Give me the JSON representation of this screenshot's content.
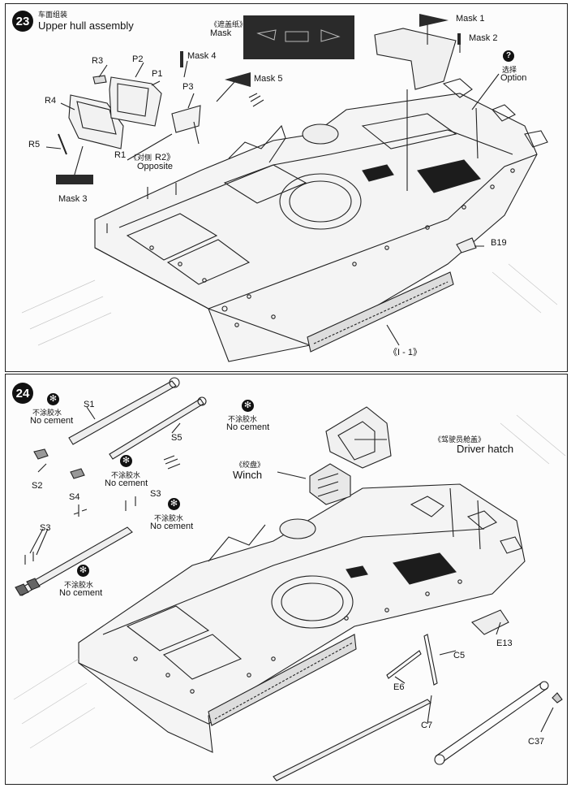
{
  "step23": {
    "number": "23",
    "title_cn": "车面组装",
    "title": "Upper hull assembly",
    "mask_header_cn": "《遮盖纸》",
    "mask_header": "Mask",
    "labels": {
      "r3": "R3",
      "p2": "P2",
      "p1": "P1",
      "r4": "R4",
      "p3": "P3",
      "r5": "R5",
      "r1": "R1",
      "opposite_cn": "《对侧",
      "r2": "R2》",
      "opposite": "Opposite",
      "mask1": "Mask 1",
      "mask2": "Mask 2",
      "mask3": "Mask 3",
      "mask4": "Mask 4",
      "mask5": "Mask 5",
      "option_cn": "选择",
      "option": "Option",
      "option_icon": "?",
      "b19": "B19",
      "i1": "《I - 1》"
    }
  },
  "step24": {
    "number": "24",
    "no_cement_cn": "不涂胶水",
    "no_cement": "No cement",
    "no_cement_icon": "✻",
    "labels": {
      "s1": "S1",
      "s2": "S2",
      "s3a": "S3",
      "s3b": "S3",
      "s4": "S4",
      "s5": "S5",
      "driver_hatch_cn": "《驾驶员舱盖》",
      "driver_hatch": "Driver hatch",
      "winch_cn": "《绞盘》",
      "winch": "Winch",
      "c5": "C5",
      "c7": "C7",
      "c37": "C37",
      "e6": "E6",
      "e13": "E13"
    }
  },
  "colors": {
    "ink": "#111111",
    "paper": "#fcfcfc",
    "mask_fill": "#2a2a2a",
    "border": "#222222"
  }
}
